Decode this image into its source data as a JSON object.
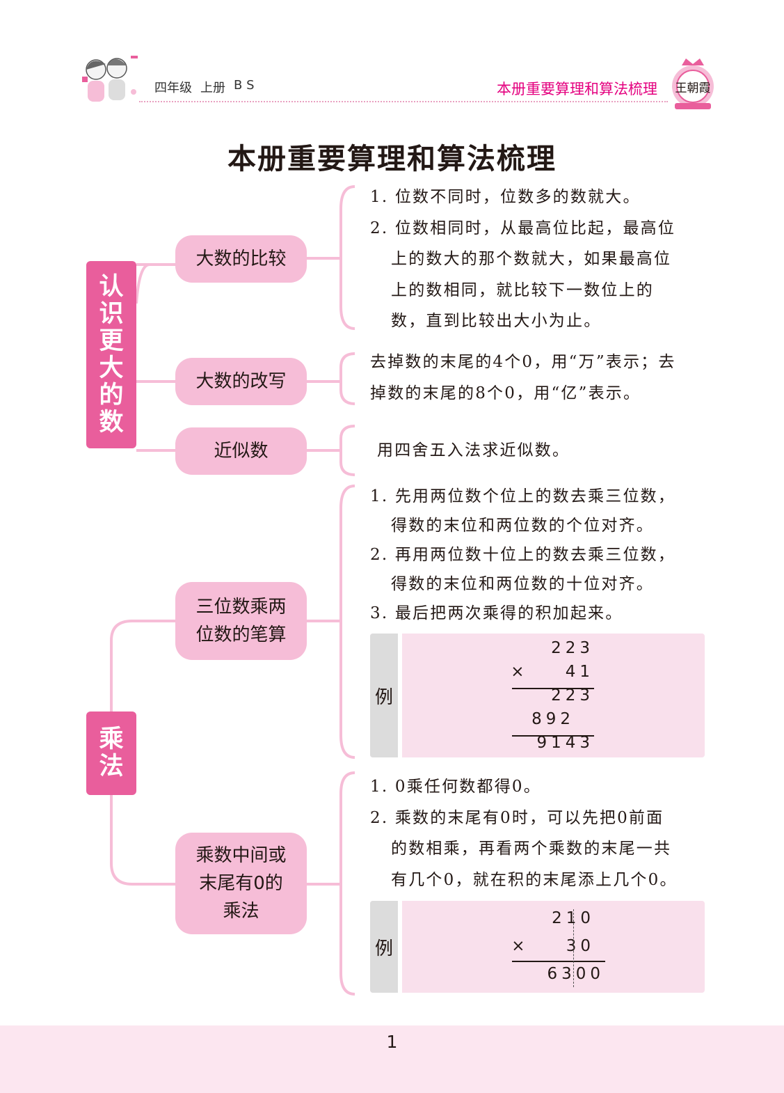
{
  "header": {
    "grade": "四年级",
    "volume": "上册",
    "edition": "B S",
    "section_title": "本册重要算理和算法梳理",
    "badge_text": "王朝霞"
  },
  "title": "本册重要算理和算法梳理",
  "categories": {
    "big_numbers": [
      "认",
      "识",
      "更",
      "大",
      "的",
      "数"
    ],
    "multiplication": [
      "乘",
      "法"
    ]
  },
  "nodes": {
    "compare": "大数的比较",
    "rewrite": "大数的改写",
    "approx": "近似数",
    "written_calc": [
      "三位数乘两",
      "位数的笔算"
    ],
    "zero_mult": [
      "乘数中间或",
      "末尾有0的",
      "乘法"
    ]
  },
  "compare_lines": [
    "1. 位数不同时，位数多的数就大。",
    "2. 位数相同时，从最高位比起，最高位",
    "上的数大的那个数就大，如果最高位",
    "上的数相同，就比较下一数位上的",
    "数，直到比较出大小为止。"
  ],
  "rewrite_lines": [
    "去掉数的末尾的4个0，用“万”表示；去",
    "掉数的末尾的8个0，用“亿”表示。"
  ],
  "approx_line": "用四舍五入法求近似数。",
  "written_lines": [
    "1. 先用两位数个位上的数去乘三位数，",
    "得数的末位和两位数的个位对齐。",
    "2. 再用两位数十位上的数去乘三位数，",
    "得数的末位和两位数的十位对齐。",
    "3. 最后把两次乘得的积加起来。"
  ],
  "example_label": "例",
  "example1": {
    "rows": [
      "223",
      "×    41",
      "223",
      "892",
      "9143"
    ]
  },
  "zero_lines": [
    "1. 0乘任何数都得0。",
    "2. 乘数的末尾有0时，可以先把0前面",
    "的数相乘，再看两个乘数的末尾一共",
    "有几个0，就在积的末尾添上几个0。"
  ],
  "example2": {
    "rows": [
      "210",
      "×    30",
      "6300"
    ]
  },
  "page_number": "1"
}
